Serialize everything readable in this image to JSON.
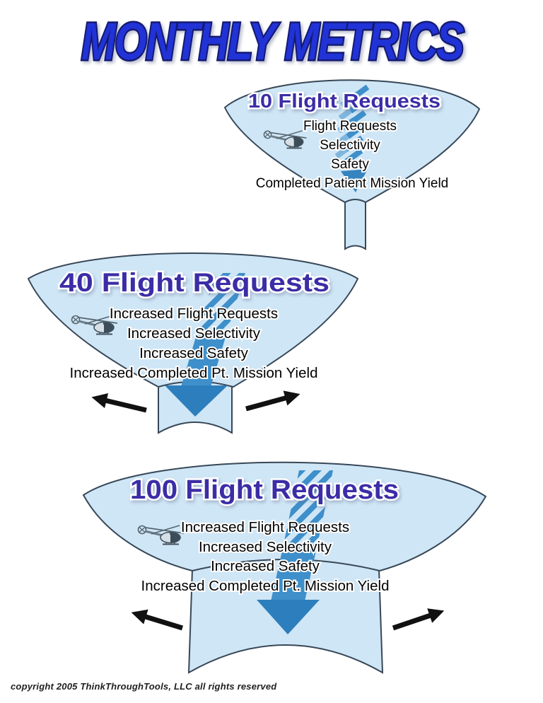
{
  "title": "MONTHLY METRICS",
  "copyright": "copyright 2005 ThinkThroughTools, LLC all rights reserved",
  "colors": {
    "title_blue": "#2133d6",
    "title_outline_navy": "#141a70",
    "header_indigo": "#3b2da6",
    "funnel_fill_light_blue": "#cfe6f6",
    "funnel_outline_slate": "#374757",
    "down_arrow_blue": "#3e8fca",
    "down_arrowhead_blue": "#2d7ebc",
    "side_arrow_black": "#111111",
    "background": "#ffffff"
  },
  "funnels": [
    {
      "id": "funnel-10",
      "flight_requests": 10,
      "header": "10 Flight Requests",
      "lines": [
        "Flight Requests",
        "Selectivity",
        "Safety",
        "Completed Patient Mission Yield"
      ],
      "icon": "helicopter-icon",
      "down_arrow": "hatched-down-arrow-icon",
      "has_side_arrows": false
    },
    {
      "id": "funnel-40",
      "flight_requests": 40,
      "header": "40 Flight Requests",
      "lines": [
        "Increased Flight Requests",
        "Increased Selectivity",
        "Increased Safety",
        "Increased Completed Pt. Mission Yield"
      ],
      "icon": "helicopter-icon",
      "down_arrow": "solid-down-arrow-icon",
      "has_side_arrows": true
    },
    {
      "id": "funnel-100",
      "flight_requests": 100,
      "header": "100 Flight Requests",
      "lines": [
        "Increased Flight Requests",
        "Increased Selectivity",
        "Increased Safety",
        "Increased Completed Pt. Mission Yield"
      ],
      "icon": "helicopter-icon",
      "down_arrow": "solid-down-arrow-icon",
      "has_side_arrows": true
    }
  ]
}
